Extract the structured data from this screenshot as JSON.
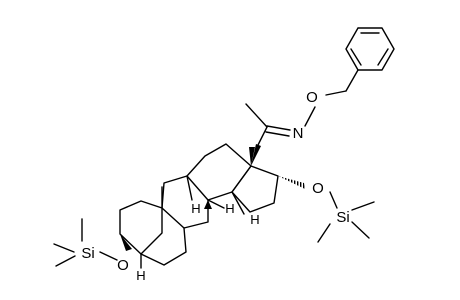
{
  "molecule": {
    "atom_labels": {
      "oxime_nitrogen": "N",
      "oxime_oxygen": "O",
      "c16_oxygen": "O",
      "c16_silicon": "Si",
      "c3_oxygen": "O",
      "c3_silicon": "Si"
    },
    "stereo_hydrogens": {
      "h8": "H",
      "h9": "H",
      "h14": "H",
      "h5": "H"
    }
  },
  "colors": {
    "ink": "#000000",
    "background": "#ffffff"
  }
}
